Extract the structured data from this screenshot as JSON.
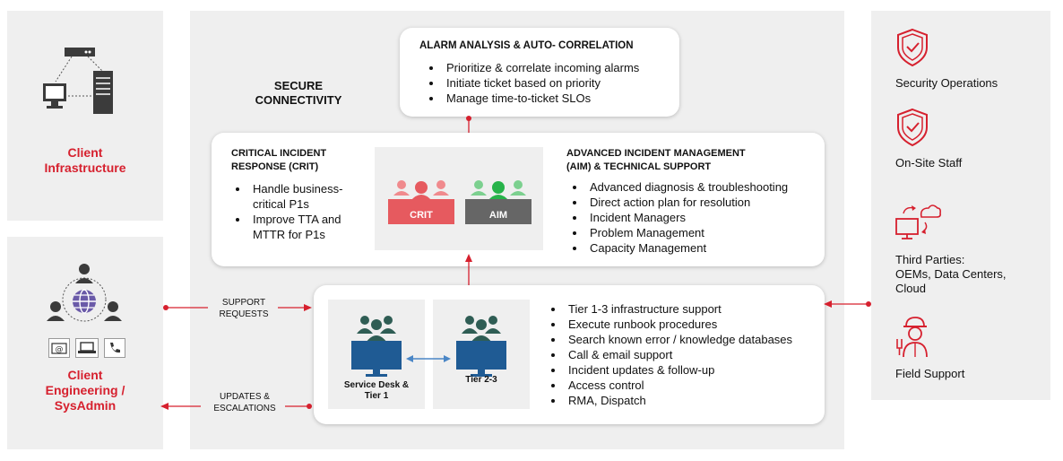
{
  "left": {
    "client_infra": [
      "Client",
      "Infrastructure"
    ],
    "client_eng": [
      "Client",
      "Engineering /",
      "SysAdmin"
    ]
  },
  "flows": {
    "support_requests": [
      "SUPPORT",
      "REQUESTS"
    ],
    "updates_escalations": [
      "UPDATES &",
      "ESCALATIONS"
    ]
  },
  "secure": [
    "SECURE",
    "CONNECTIVITY"
  ],
  "alarm": {
    "title": "ALARM ANALYSIS & AUTO- CORRELATION",
    "items": [
      "Prioritize & correlate incoming alarms",
      "Initiate ticket based on priority",
      "Manage time-to-ticket SLOs"
    ]
  },
  "crit": {
    "title": [
      "CRITICAL INCIDENT",
      "RESPONSE (CRIT)"
    ],
    "items": [
      "Handle business-critical P1s",
      "Improve TTA and MTTR for P1s"
    ],
    "badge": "CRIT"
  },
  "aim": {
    "title": [
      "ADVANCED INCIDENT MANAGEMENT",
      "(AIM) & TECHNICAL SUPPORT"
    ],
    "items": [
      "Advanced diagnosis & troubleshooting",
      "Direct action plan for resolution",
      "Incident Managers",
      "Problem Management",
      "Capacity Management"
    ],
    "badge": "AIM"
  },
  "tiers": {
    "service_desk": [
      "Service Desk &",
      "Tier 1"
    ],
    "tier23": "Tier 2-3",
    "items": [
      "Tier 1-3 infrastructure support",
      "Execute runbook procedures",
      "Search known error / knowledge databases",
      "Call & email support",
      "Incident updates & follow-up",
      "Access control",
      "RMA, Dispatch"
    ]
  },
  "right": {
    "security_ops": "Security Operations",
    "onsite": "On-Site Staff",
    "third_parties": [
      "Third Parties:",
      "OEMs, Data Centers,",
      "Cloud"
    ],
    "field": "Field Support"
  },
  "colors": {
    "red": "#d6202e",
    "crit_red": "#e65a5f",
    "aim_grey": "#666666",
    "aim_green": "#27b34a",
    "teal": "#2f5d54",
    "monitor_blue": "#1f5b94",
    "arrow_blue": "#4a86c6"
  }
}
